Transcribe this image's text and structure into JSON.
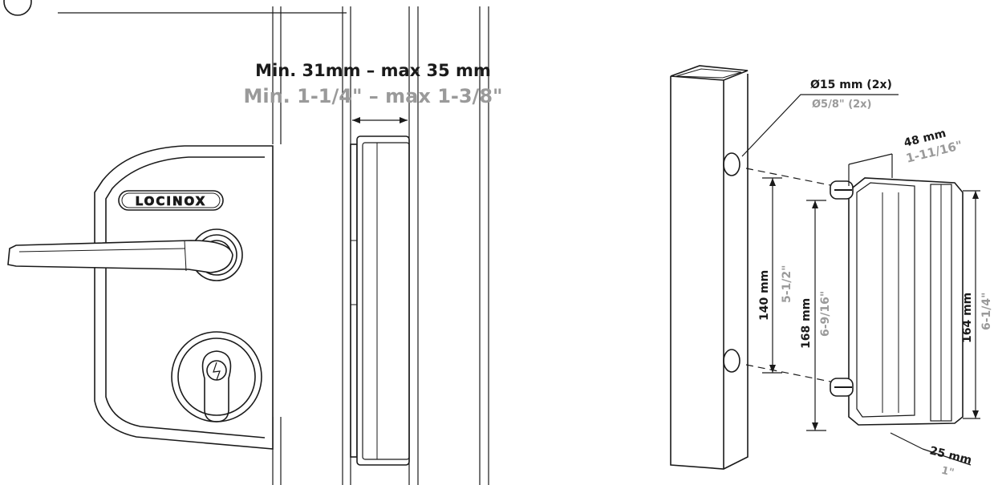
{
  "brand": {
    "logo_text": "LOCINOX"
  },
  "left_panel": {
    "width_metric": "Min. 31mm – max 35 mm",
    "width_imperial": "Min. 1-1/4\" – max 1-3/8\""
  },
  "right_panel": {
    "hole_metric": "Ø15 mm (2x)",
    "hole_imperial": "Ø5/8\" (2x)",
    "depth_metric": "48 mm",
    "depth_imperial": "1-11/16\"",
    "hole_spacing_metric": "140 mm",
    "hole_spacing_imperial": "5-1/2\"",
    "bolt_spacing_metric": "168 mm",
    "bolt_spacing_imperial": "6-9/16\"",
    "height_metric": "164 mm",
    "height_imperial": "6-1/4\"",
    "width_metric": "25 mm",
    "width_imperial": "1\""
  },
  "colors": {
    "ink": "#1a1a1a",
    "secondary": "#9a9a9a",
    "background": "#ffffff"
  }
}
